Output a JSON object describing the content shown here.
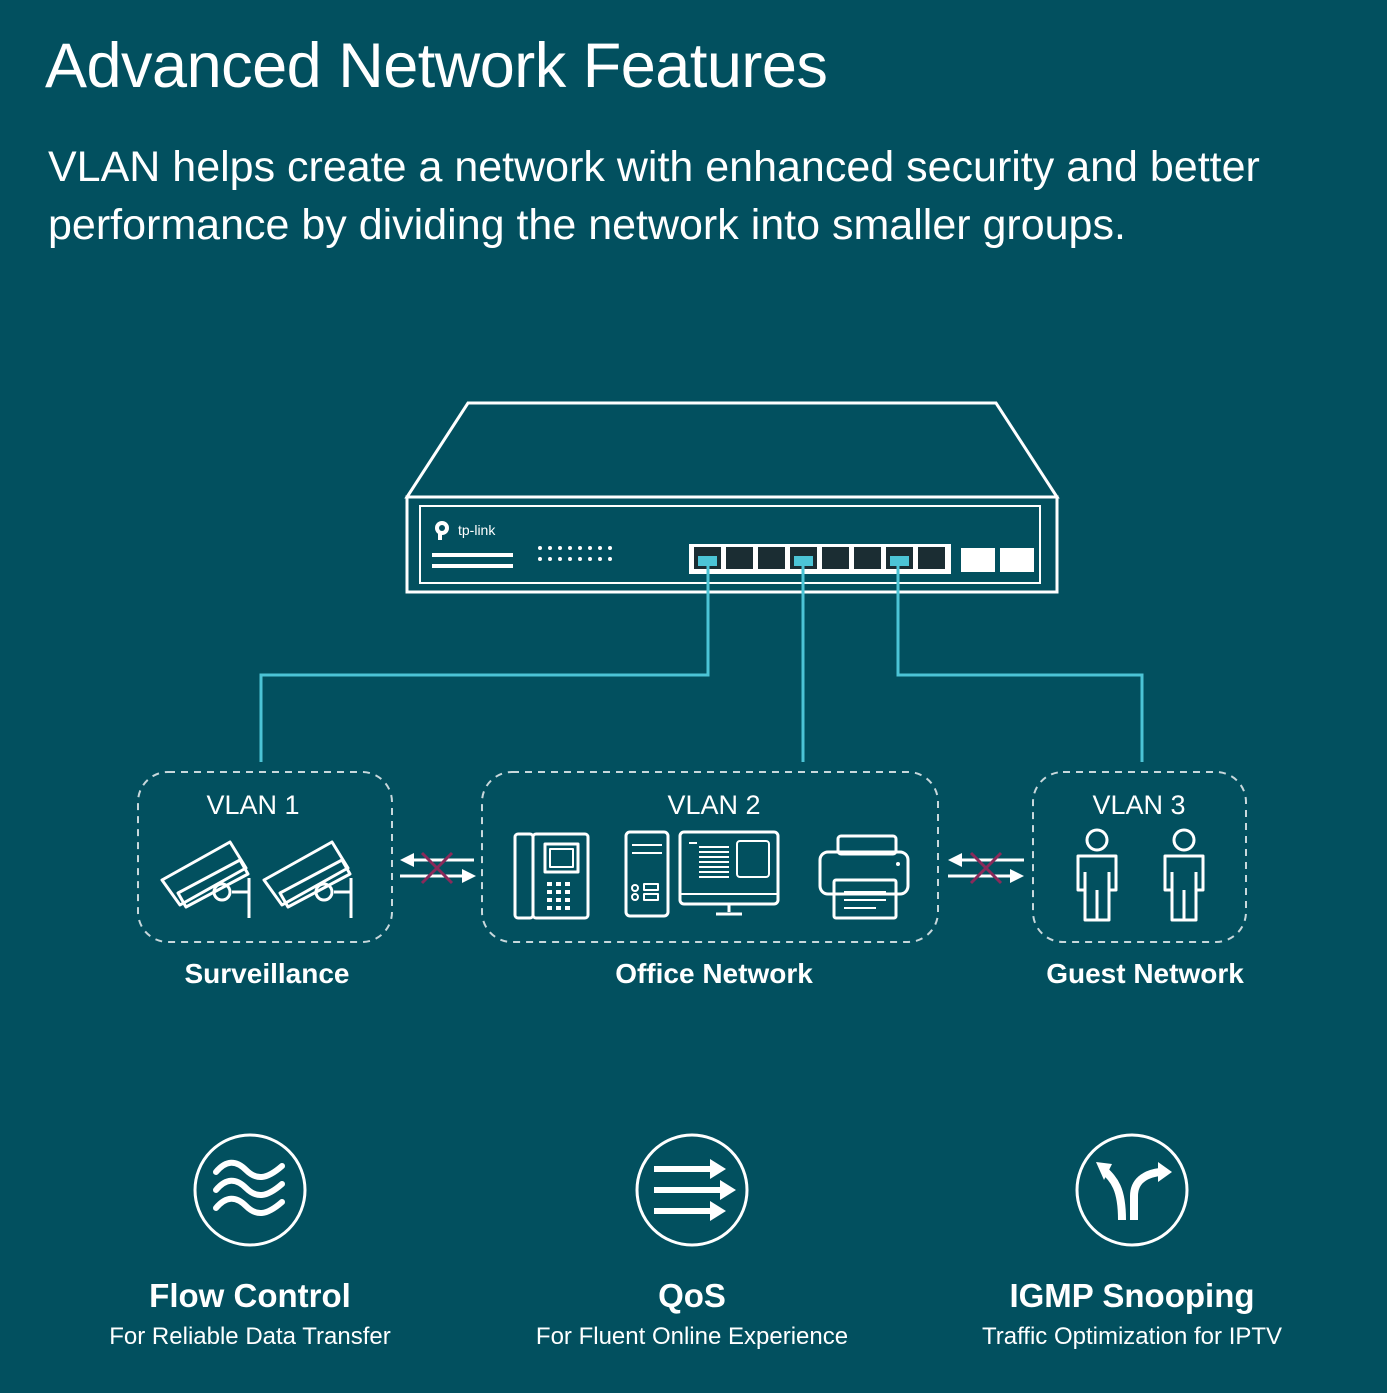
{
  "header": {
    "title": "Advanced Network Features",
    "subtitle": "VLAN helps create a network with enhanced security and better performance by dividing the network into smaller groups."
  },
  "switch": {
    "brand": "tp-link"
  },
  "vlans": [
    {
      "label": "VLAN 1",
      "caption": "Surveillance",
      "devices": [
        "camera-icon",
        "camera-icon"
      ]
    },
    {
      "label": "VLAN 2",
      "caption": "Office Network",
      "devices": [
        "ip-phone-icon",
        "desktop-computer-icon",
        "printer-icon"
      ]
    },
    {
      "label": "VLAN 3",
      "caption": "Guest Network",
      "devices": [
        "person-icon",
        "person-icon"
      ]
    }
  ],
  "features": [
    {
      "title": "Flow Control",
      "subtitle": "For Reliable Data Transfer",
      "icon": "waves-icon"
    },
    {
      "title": "QoS",
      "subtitle": "For Fluent Online Experience",
      "icon": "arrows-right-icon"
    },
    {
      "title": "IGMP Snooping",
      "subtitle": "Traffic Optimization for IPTV",
      "icon": "split-path-icon"
    }
  ],
  "colors": {
    "background": "#02505f",
    "link_line": "#4cc4d6",
    "blocked_x": "#8a2a5a",
    "foreground": "#ffffff"
  }
}
